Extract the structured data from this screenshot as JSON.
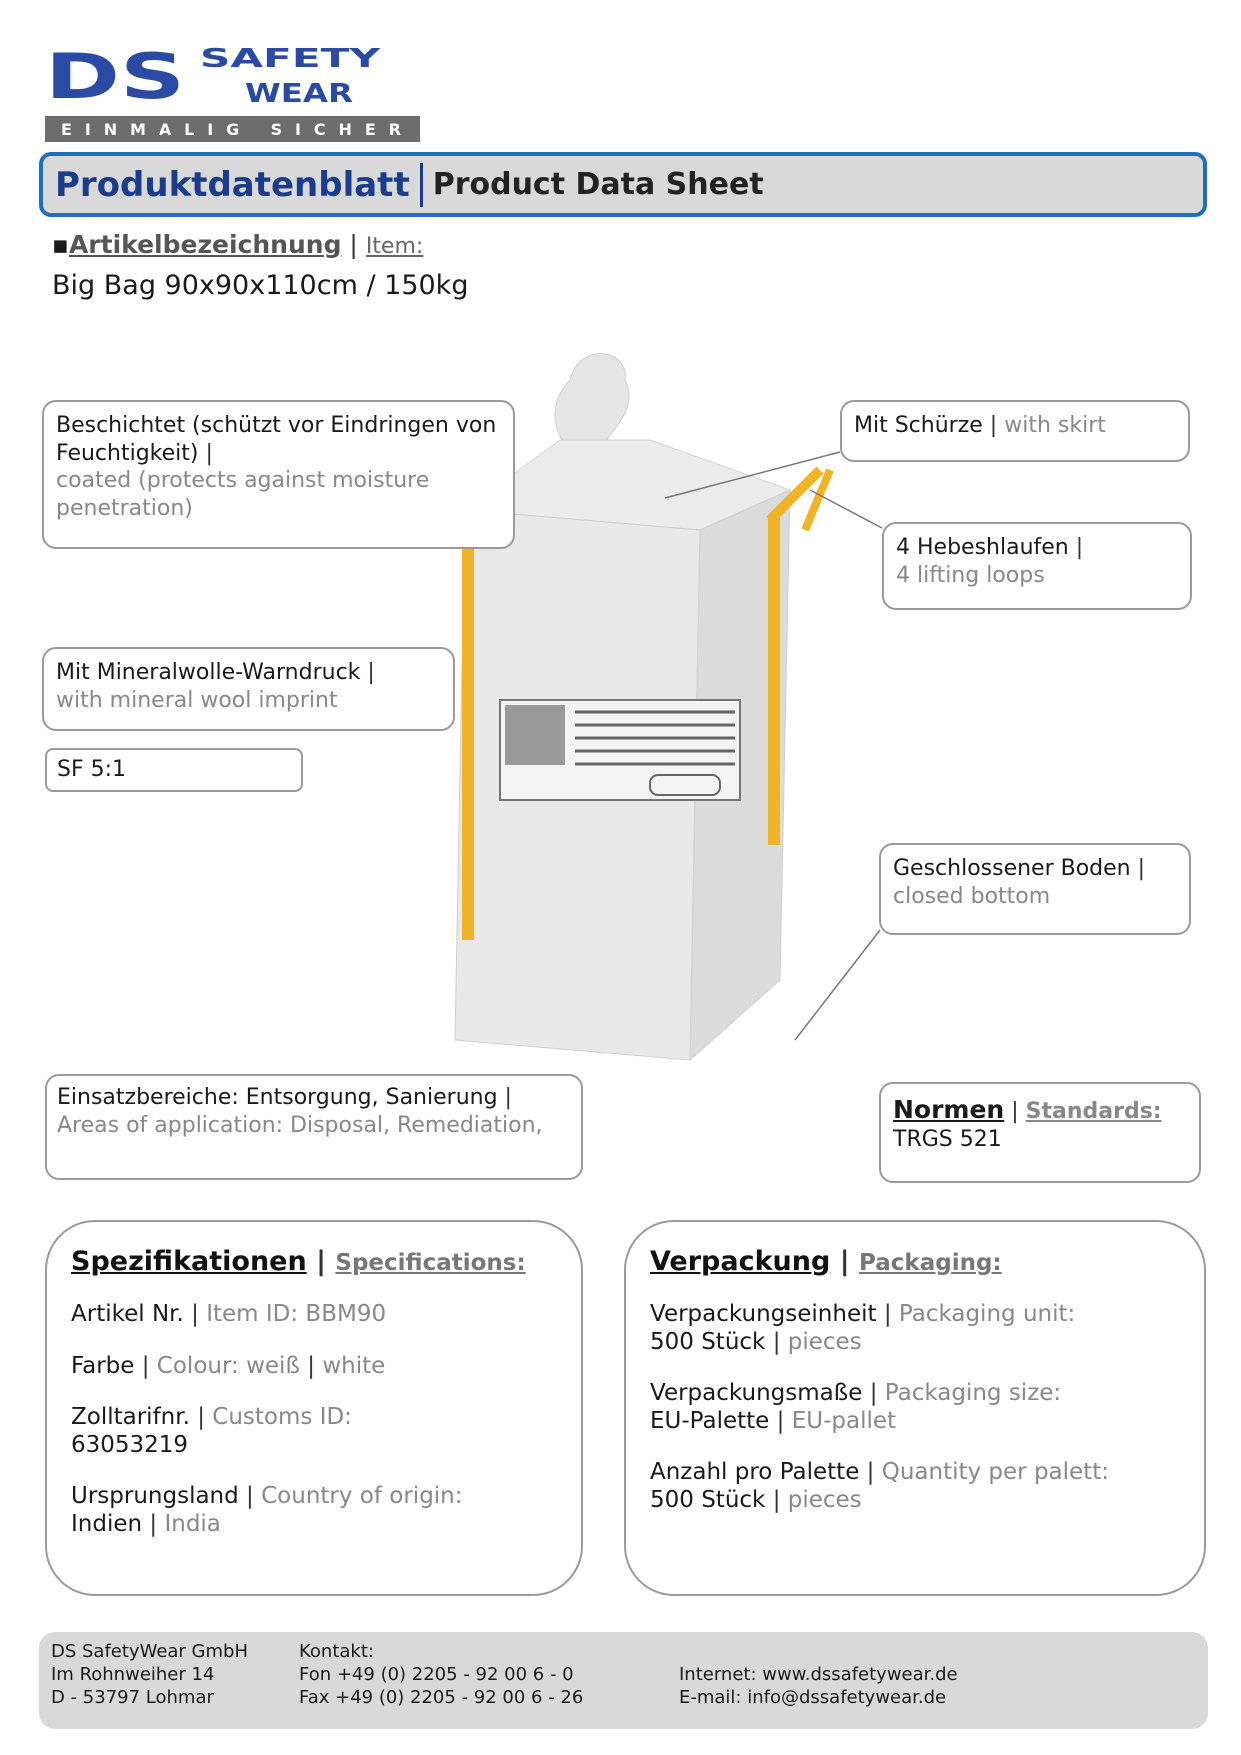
{
  "logo": {
    "brand": "DS",
    "line1": "SAFETY",
    "line2": "WEAR",
    "tagline": "EINMALIG SICHER"
  },
  "header": {
    "title_de": "Produktdatenblatt",
    "title_en": "Product Data Sheet"
  },
  "item": {
    "label_de": "Artikelbezeichnung",
    "label_en": "Item:",
    "value": "Big Bag 90x90x110cm  / 150kg"
  },
  "callouts": {
    "coated": {
      "de": "Beschichtet (schützt vor Eindringen von  Feuchtigkeit)",
      "en": "coated (protects against moisture penetration)"
    },
    "skirt": {
      "de": "Mit Schürze",
      "en": "with skirt"
    },
    "loops": {
      "de": "4 Hebeshlaufen",
      "en": "4 lifting loops"
    },
    "imprint": {
      "de": "Mit Mineralwolle-Warndruck",
      "en": "with mineral wool imprint"
    },
    "sf": "SF 5:1",
    "bottom": {
      "de": "Geschlossener Boden",
      "en": "closed bottom"
    },
    "application": {
      "de": "Einsatzbereiche: Entsorgung, Sanierung",
      "en": "Areas of application: Disposal, Remediation,"
    },
    "standards": {
      "de": "Normen",
      "en": "Standards:",
      "value": "TRGS 521"
    }
  },
  "specs": {
    "title_de": "Spezifikationen",
    "title_en": "Specifications:",
    "item_id": {
      "de": "Artikel Nr.",
      "en": "Item ID:",
      "value": "BBM90"
    },
    "colour": {
      "de": "Farbe",
      "en": "Colour:",
      "value_de": "weiß",
      "value_en": "white"
    },
    "customs": {
      "de": "Zolltarifnr.",
      "en": "Customs ID:",
      "value": "63053219"
    },
    "origin": {
      "de": "Ursprungsland",
      "en": "Country of origin:",
      "value_de": "Indien",
      "value_en": "India"
    }
  },
  "packaging": {
    "title_de": "Verpackung",
    "title_en": "Packaging:",
    "unit": {
      "de": "Verpackungseinheit",
      "en": "Packaging unit:",
      "value_de": "500 Stück",
      "value_en": "pieces"
    },
    "size": {
      "de": "Verpackungsmaße",
      "en": "Packaging size:",
      "value_de": "EU-Palette",
      "value_en": "EU-pallet"
    },
    "qty": {
      "de": "Anzahl pro Palette",
      "en": "Quantity per palett:",
      "value_de": "500 Stück",
      "value_en": "pieces"
    }
  },
  "footer": {
    "company": "DS SafetyWear GmbH",
    "street": "Im Rohnweiher 14",
    "city": "D - 53797 Lohmar",
    "contact": "Kontakt:",
    "phone": "Fon +49 (0) 2205 - 92 00 6 - 0",
    "fax": "Fax +49 (0) 2205 - 92 00 6 - 26",
    "internet": "Internet: www.dssafetywear.de",
    "email": "E-mail: info@dssafetywear.de"
  },
  "colors": {
    "brand_blue": "#1f6fbf",
    "dark_blue": "#1a3c8c",
    "loop_yellow": "#f0b428",
    "gray_panel": "#d9d9d9"
  }
}
